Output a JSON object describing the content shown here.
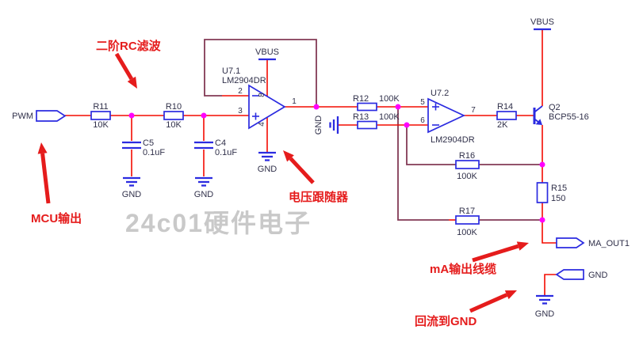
{
  "watermark": "24c01硬件电子",
  "shared": {
    "gnd": "GND",
    "vbus": "VBUS"
  },
  "ports": {
    "pwm": "PWM",
    "ma_out1": "MA_OUT1",
    "gnd_cable": "GND"
  },
  "components": {
    "r11": {
      "ref": "R11",
      "value": "10K"
    },
    "r10": {
      "ref": "R10",
      "value": "10K"
    },
    "r12": {
      "ref": "R12",
      "value": "100K"
    },
    "r13": {
      "ref": "R13",
      "value": "100K"
    },
    "r14": {
      "ref": "R14",
      "value": "2K"
    },
    "r15": {
      "ref": "R15",
      "value": "150"
    },
    "r16": {
      "ref": "R16",
      "value": "100K"
    },
    "r17": {
      "ref": "R17",
      "value": "100K"
    },
    "c5": {
      "ref": "C5",
      "value": "0.1uF"
    },
    "c4": {
      "ref": "C4",
      "value": "0.1uF"
    },
    "u7a": {
      "ref": "U7.1",
      "part": "LM2904DR",
      "pin_out": "1",
      "pin_inv": "2",
      "pin_noninv": "3",
      "pin_vcc": "8",
      "pin_gnd": "4",
      "minus": "−",
      "plus": "+"
    },
    "u7b": {
      "ref": "U7.2",
      "part": "LM2904DR",
      "pin_noninv": "5",
      "pin_inv": "6",
      "pin_out": "7",
      "minus": "−",
      "plus": "+"
    },
    "q2": {
      "ref": "Q2",
      "part": "BCP55-16"
    }
  },
  "annotations": {
    "rc_filter": "二阶RC滤波",
    "mcu_output": "MCU输出",
    "voltage_follower": "电压跟随器",
    "ma_cable": "mA输出线缆",
    "return_gnd": "回流到GND"
  },
  "colors": {
    "wire": "#f30b00",
    "net": "#833a56",
    "symbol": "#2b2be0",
    "junction": "#ff00ff",
    "label": "#30304a",
    "annotation": "#e51c1c",
    "watermark": "#c9c9c9"
  }
}
